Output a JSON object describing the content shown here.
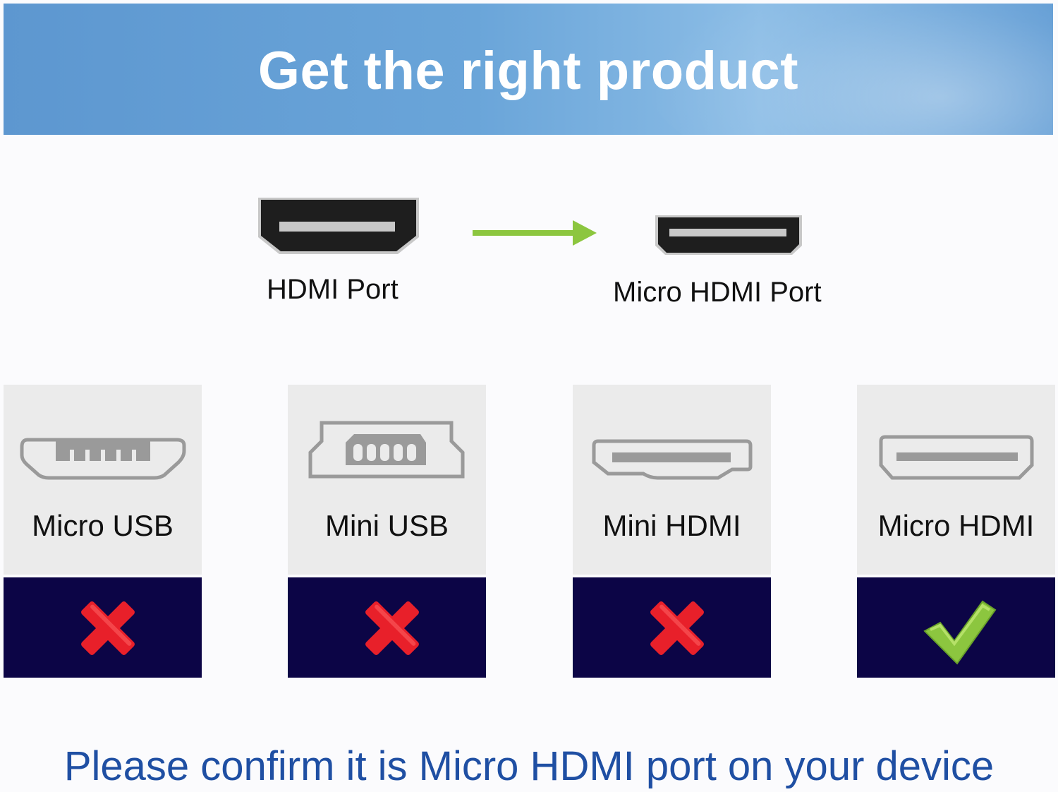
{
  "banner": {
    "title": "Get the right product"
  },
  "ports": {
    "source_label": "HDMI Port",
    "target_label": "Micro HDMI Port"
  },
  "cards": [
    {
      "label": "Micro USB",
      "compatible": false
    },
    {
      "label": "Mini USB",
      "compatible": false
    },
    {
      "label": "Mini HDMI",
      "compatible": false
    },
    {
      "label": "Micro HDMI",
      "compatible": true
    }
  ],
  "footer": {
    "text": "Please confirm it is Micro HDMI port on your device"
  },
  "colors": {
    "banner": "#6aa5d9",
    "card_bg": "#ebebeb",
    "status_bg": "#0c0546",
    "cross": "#e8202a",
    "check": "#8cc63f",
    "arrow": "#8cc63f",
    "footer_text": "#1f4fa3"
  },
  "icons": {
    "source_port": "hdmi-port-icon",
    "target_port": "micro-hdmi-port-icon",
    "arrow": "arrow-right-icon",
    "cross": "cross-icon",
    "check": "checkmark-icon"
  }
}
